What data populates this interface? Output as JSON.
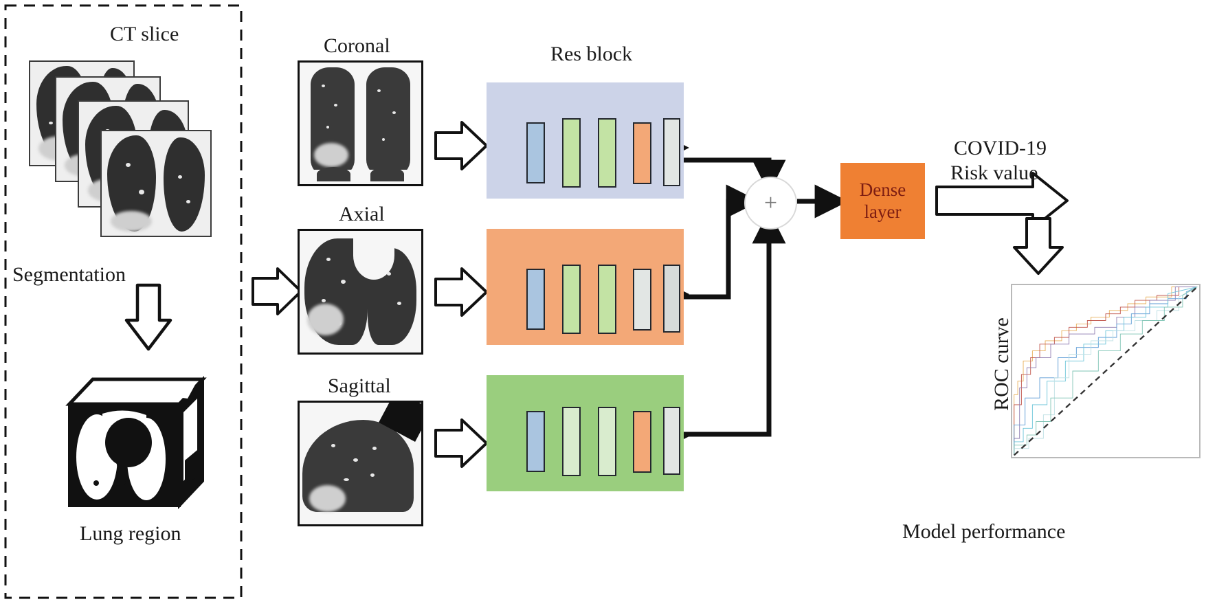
{
  "figure": {
    "domain": "diagram",
    "type": "deep-learning-pipeline",
    "background": "#ffffff"
  },
  "labels": {
    "ct_slice": "CT slice",
    "segmentation": "Segmentation",
    "lung_region": "Lung region",
    "coronal": "Coronal",
    "axial": "Axial",
    "sagittal": "Sagittal",
    "res_block": "Res block",
    "dense_layer_line1": "Dense",
    "dense_layer_line2": "layer",
    "covid_line1": "COVID-19",
    "covid_line2": "Risk value",
    "roc_curve": "ROC curve",
    "model_performance": "Model performance",
    "sum_symbol": "+"
  },
  "colors": {
    "block_coronal_bg": "#ccd3e8",
    "block_axial_bg": "#f3a877",
    "block_sagittal_bg": "#9ace7e",
    "bar_blue": "#aac5e0",
    "bar_green": "#c3e3a4",
    "bar_orange": "#f3a877",
    "bar_gray": "#e2e6e4",
    "bar_palegreen": "#d9ecce",
    "dense_bg": "#ef8033",
    "dense_text": "#7d1d12",
    "stroke": "#111111",
    "arrow_fill": "#ffffff",
    "roc_border": "#b9b9b9"
  },
  "res_blocks": [
    {
      "name": "coronal-res-block",
      "background": "#ccd3e8",
      "bars": [
        "#aac5e0",
        "#c3e3a4",
        "#c3e3a4",
        "#f3a877",
        "#e2e6e4"
      ],
      "skip_arcs": 3
    },
    {
      "name": "axial-res-block",
      "background": "#f3a877",
      "bars": [
        "#aac5e0",
        "#c3e3a4",
        "#c3e3a4",
        "#e2e6e4",
        "#d7dbd9"
      ],
      "skip_arcs": 3
    },
    {
      "name": "sagittal-res-block",
      "background": "#9ace7e",
      "bars": [
        "#aac5e0",
        "#d9ecce",
        "#d9ecce",
        "#f3a877",
        "#e2e6e4"
      ],
      "skip_arcs": 3
    }
  ],
  "chart_data": {
    "type": "line",
    "title": "Model performance",
    "xlabel": "",
    "ylabel": "ROC curve",
    "xlim": [
      0,
      1
    ],
    "ylim": [
      0,
      1
    ],
    "grid": false,
    "legend": "none",
    "reference_line": {
      "name": "chance-diagonal",
      "style": "dashed",
      "from": [
        0,
        0
      ],
      "to": [
        1,
        1
      ]
    },
    "series": [
      {
        "name": "fold-1",
        "color": "#e8b05c",
        "x": [
          0,
          0,
          0.02,
          0.02,
          0.05,
          0.05,
          0.1,
          0.1,
          0.17,
          0.17,
          0.26,
          0.26,
          0.34,
          0.34,
          0.42,
          0.42,
          0.52,
          0.52,
          0.62,
          0.62,
          0.72,
          0.72,
          0.86,
          0.86,
          1.0
        ],
        "y": [
          0,
          0.36,
          0.36,
          0.44,
          0.44,
          0.56,
          0.56,
          0.62,
          0.62,
          0.68,
          0.68,
          0.74,
          0.74,
          0.78,
          0.78,
          0.82,
          0.82,
          0.86,
          0.86,
          0.9,
          0.9,
          0.94,
          0.94,
          1.0,
          1.0
        ]
      },
      {
        "name": "fold-2",
        "color": "#c0544a",
        "x": [
          0,
          0,
          0.04,
          0.04,
          0.09,
          0.09,
          0.14,
          0.14,
          0.22,
          0.22,
          0.3,
          0.3,
          0.4,
          0.4,
          0.5,
          0.5,
          0.58,
          0.58,
          0.66,
          0.66,
          0.78,
          0.78,
          0.9,
          0.9,
          1.0
        ],
        "y": [
          0,
          0.3,
          0.3,
          0.48,
          0.48,
          0.58,
          0.58,
          0.66,
          0.66,
          0.7,
          0.7,
          0.76,
          0.76,
          0.8,
          0.8,
          0.84,
          0.84,
          0.88,
          0.88,
          0.92,
          0.92,
          0.95,
          0.95,
          1.0,
          1.0
        ]
      },
      {
        "name": "fold-3",
        "color": "#8e7bb0",
        "x": [
          0,
          0,
          0.03,
          0.03,
          0.03,
          0.07,
          0.07,
          0.12,
          0.12,
          0.2,
          0.2,
          0.3,
          0.3,
          0.44,
          0.44,
          0.56,
          0.56,
          0.66,
          0.66,
          0.74,
          0.74,
          0.88,
          0.88,
          1.0
        ],
        "y": [
          0,
          0.1,
          0.1,
          0.22,
          0.4,
          0.4,
          0.52,
          0.52,
          0.58,
          0.58,
          0.66,
          0.66,
          0.72,
          0.72,
          0.76,
          0.76,
          0.82,
          0.82,
          0.88,
          0.88,
          0.92,
          0.92,
          1.0,
          1.0
        ]
      },
      {
        "name": "fold-4",
        "color": "#5b9bd5",
        "x": [
          0,
          0,
          0.06,
          0.06,
          0.14,
          0.14,
          0.24,
          0.24,
          0.34,
          0.34,
          0.46,
          0.46,
          0.56,
          0.56,
          0.64,
          0.64,
          0.74,
          0.74,
          0.84,
          0.84,
          0.94,
          0.94,
          1.0
        ],
        "y": [
          0,
          0.18,
          0.18,
          0.34,
          0.34,
          0.46,
          0.46,
          0.58,
          0.58,
          0.64,
          0.64,
          0.7,
          0.7,
          0.78,
          0.78,
          0.84,
          0.84,
          0.9,
          0.9,
          0.93,
          0.93,
          0.97,
          1.0
        ]
      },
      {
        "name": "fold-5",
        "color": "#6ec6d9",
        "x": [
          0,
          0,
          0.05,
          0.05,
          0.1,
          0.1,
          0.18,
          0.18,
          0.28,
          0.28,
          0.38,
          0.38,
          0.5,
          0.5,
          0.6,
          0.6,
          0.72,
          0.72,
          0.84,
          0.84,
          1.0
        ],
        "y": [
          0,
          0.08,
          0.08,
          0.16,
          0.16,
          0.3,
          0.3,
          0.44,
          0.44,
          0.56,
          0.56,
          0.66,
          0.66,
          0.74,
          0.74,
          0.82,
          0.82,
          0.88,
          0.88,
          0.96,
          1.0
        ]
      },
      {
        "name": "fold-6",
        "color": "#bfe0e4",
        "x": [
          0,
          0,
          0.08,
          0.08,
          0.16,
          0.16,
          0.22,
          0.22,
          0.3,
          0.3,
          0.42,
          0.42,
          0.54,
          0.54,
          0.66,
          0.66,
          0.78,
          0.78,
          0.9,
          0.9,
          1.0
        ],
        "y": [
          0,
          0.04,
          0.04,
          0.1,
          0.1,
          0.24,
          0.24,
          0.46,
          0.46,
          0.6,
          0.6,
          0.68,
          0.68,
          0.74,
          0.74,
          0.8,
          0.8,
          0.86,
          0.86,
          0.94,
          1.0
        ]
      },
      {
        "name": "fold-7",
        "color": "#7fc4b4",
        "x": [
          0,
          0,
          0.07,
          0.07,
          0.12,
          0.12,
          0.2,
          0.2,
          0.32,
          0.32,
          0.46,
          0.46,
          0.58,
          0.58,
          0.7,
          0.7,
          0.82,
          0.82,
          0.92,
          0.92,
          1.0
        ],
        "y": [
          0,
          0.06,
          0.06,
          0.12,
          0.12,
          0.2,
          0.2,
          0.34,
          0.34,
          0.5,
          0.5,
          0.62,
          0.62,
          0.72,
          0.72,
          0.8,
          0.8,
          0.88,
          0.88,
          0.95,
          1.0
        ]
      }
    ]
  }
}
